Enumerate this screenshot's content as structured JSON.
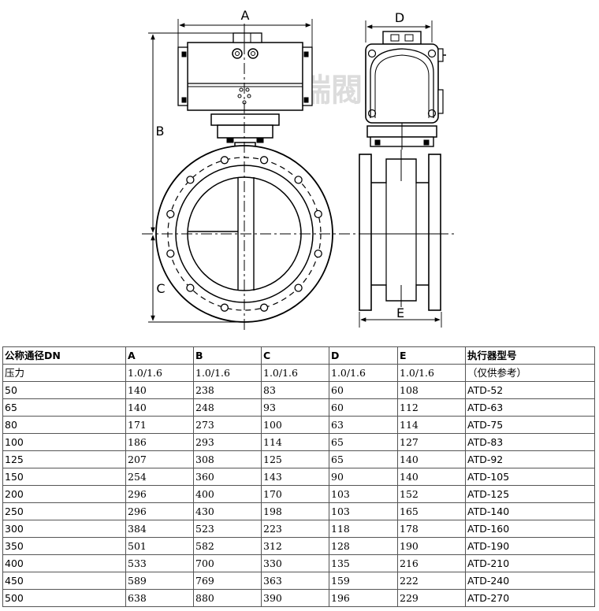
{
  "drawing": {
    "watermark": "德瑞閥門",
    "dim_labels": {
      "a": "A",
      "b": "B",
      "c": "C",
      "d": "D",
      "e": "E"
    }
  },
  "table": {
    "headers": [
      "公称通径DN",
      "A",
      "B",
      "C",
      "D",
      "E",
      "执行器型号"
    ],
    "pressure_row": [
      "压力",
      "1.0/1.6",
      "1.0/1.6",
      "1.0/1.6",
      "1.0/1.6",
      "1.0/1.6",
      "（仅供参考）"
    ],
    "rows": [
      [
        "50",
        "140",
        "238",
        "83",
        "60",
        "108",
        "ATD-52"
      ],
      [
        "65",
        "140",
        "248",
        "93",
        "60",
        "112",
        "ATD-63"
      ],
      [
        "80",
        "171",
        "273",
        "100",
        "63",
        "114",
        "ATD-75"
      ],
      [
        "100",
        "186",
        "293",
        "114",
        "65",
        "127",
        "ATD-83"
      ],
      [
        "125",
        "207",
        "308",
        "125",
        "65",
        "140",
        "ATD-92"
      ],
      [
        "150",
        "254",
        "360",
        "143",
        "90",
        "140",
        "ATD-105"
      ],
      [
        "200",
        "296",
        "400",
        "170",
        "103",
        "152",
        "ATD-125"
      ],
      [
        "250",
        "296",
        "430",
        "198",
        "103",
        "165",
        "ATD-140"
      ],
      [
        "300",
        "384",
        "523",
        "223",
        "118",
        "178",
        "ATD-160"
      ],
      [
        "350",
        "501",
        "582",
        "312",
        "128",
        "190",
        "ATD-190"
      ],
      [
        "400",
        "533",
        "700",
        "330",
        "135",
        "216",
        "ATD-210"
      ],
      [
        "450",
        "589",
        "769",
        "363",
        "159",
        "222",
        "ATD-240"
      ],
      [
        "500",
        "638",
        "880",
        "390",
        "196",
        "229",
        "ATD-270"
      ]
    ]
  }
}
